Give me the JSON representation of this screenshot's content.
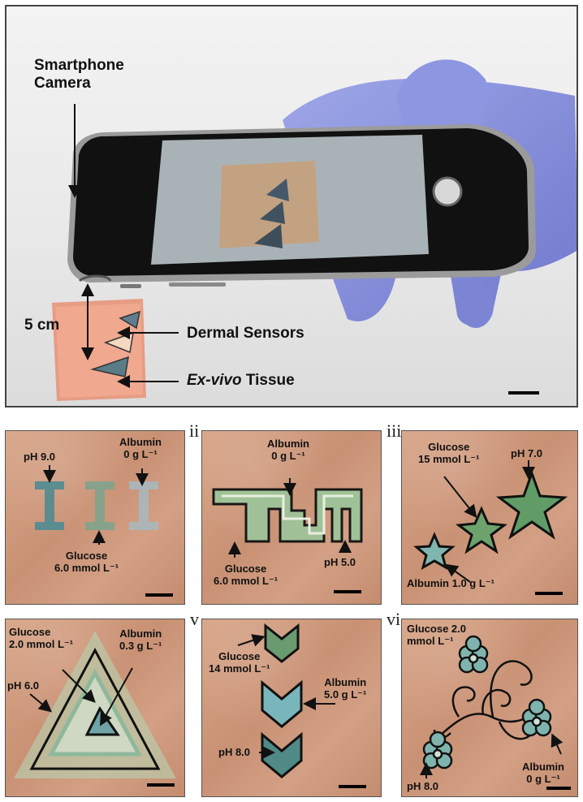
{
  "top": {
    "smartphone_camera_l1": "Smartphone",
    "smartphone_camera_l2": "Camera",
    "distance": "5 cm",
    "dermal_sensors": "Dermal Sensors",
    "ex_vivo_italic": "Ex-vivo",
    "tissue": "Tissue"
  },
  "panels": {
    "ii": "ii",
    "iii": "iii",
    "v": "v",
    "vi": "vi",
    "p1": {
      "ph": "pH 9.0",
      "albumin_l1": "Albumin",
      "albumin_l2": "0 g L⁻¹",
      "glucose_l1": "Glucose",
      "glucose_l2": "6.0 mmol L⁻¹"
    },
    "p2": {
      "albumin_l1": "Albumin",
      "albumin_l2": "0 g L⁻¹",
      "glucose_l1": "Glucose",
      "glucose_l2": "6.0 mmol L⁻¹",
      "ph": "pH 5.0"
    },
    "p3": {
      "glucose_l1": "Glucose",
      "glucose_l2": "15 mmol L⁻¹",
      "ph": "pH 7.0",
      "albumin": "Albumin 1.0 g L⁻¹"
    },
    "p4": {
      "glucose_l1": "Glucose",
      "glucose_l2": "2.0 mmol L⁻¹",
      "albumin_l1": "Albumin",
      "albumin_l2": "0.3 g L⁻¹",
      "ph": "pH 6.0"
    },
    "p5": {
      "glucose_l1": "Glucose",
      "glucose_l2": "14 mmol L⁻¹",
      "albumin_l1": "Albumin",
      "albumin_l2": "5.0 g L⁻¹",
      "ph": "pH 8.0"
    },
    "p6": {
      "glucose_l1": "Glucose 2.0",
      "glucose_l2": "mmol L⁻¹",
      "ph": "pH 8.0",
      "albumin_l1": "Albumin",
      "albumin_l2": "0 g L⁻¹"
    }
  }
}
